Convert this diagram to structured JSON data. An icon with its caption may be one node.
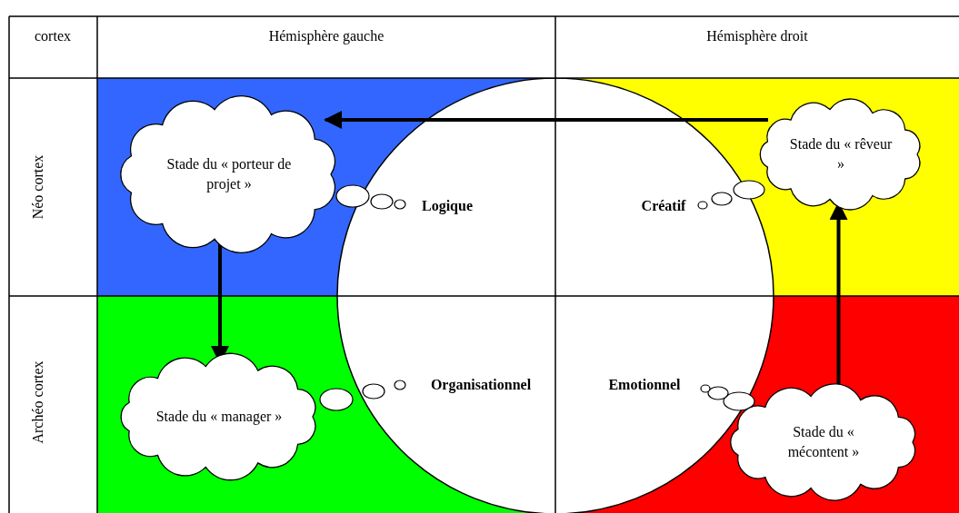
{
  "diagram": {
    "nodes": [
      {
        "text": [
          "Stade du « porteur de projet »"
        ]
      },
      {
        "text": [
          "Stade du « rêveur »"
        ]
      },
      {
        "text": [
          "Stade du « manager »"
        ]
      },
      {
        "text": [
          "Stade du « mécontent »"
        ]
      }
    ],
    "edges": [
      {
        "from": 1,
        "to": 0,
        "arrow": "to"
      },
      {
        "from": 0,
        "to": 2,
        "arrow": "to"
      },
      {
        "from": 3,
        "to": 1,
        "arrow": "to"
      }
    ],
    "labels": [
      "cortex",
      "Hémisphère gauche",
      "Hémisphère droit",
      "Néo cortex",
      "Logique",
      "Créatif",
      "Archéo cortex",
      "Organisationnel",
      "Emotionnel"
    ]
  }
}
